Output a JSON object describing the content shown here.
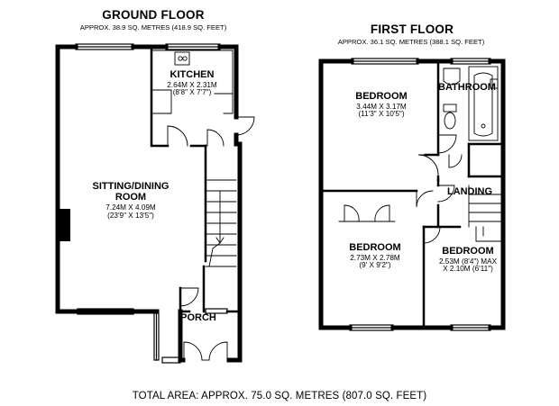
{
  "ground_floor": {
    "title": "GROUND FLOOR",
    "area": "APPROX. 38.9 SQ. METRES (418.9 SQ. FEET)",
    "rooms": {
      "kitchen": {
        "name": "KITCHEN",
        "dims": [
          "2.64M X 2.31M",
          "(8'8\" X 7'7\")"
        ]
      },
      "sitting": {
        "name": [
          "SITTING/DINING",
          "ROOM"
        ],
        "dims": [
          "7.24M X 4.09M",
          "(23'9\" X 13'5\")"
        ]
      },
      "porch": {
        "name": "PORCH"
      }
    }
  },
  "first_floor": {
    "title": "FIRST FLOOR",
    "area": "APPROX. 36.1 SQ. METRES (388.1 SQ. FEET)",
    "rooms": {
      "bedroom1": {
        "name": "BEDROOM",
        "dims": [
          "3.44M X 3.17M",
          "(11'3\" X 10'5\")"
        ]
      },
      "bathroom": {
        "name": "BATHROOM"
      },
      "landing": {
        "name": "LANDING"
      },
      "bedroom2": {
        "name": "BEDROOM",
        "dims": [
          "2.73M X 2.78M",
          "(9' X 9'2\")"
        ]
      },
      "bedroom3": {
        "name": "BEDROOM",
        "dims": [
          "2.53M (8'4\") MAX",
          "X 2.10M (6'11\")"
        ]
      }
    }
  },
  "total_area": "TOTAL AREA: APPROX. 75.0 SQ. METRES (807.0 SQ. FEET)"
}
